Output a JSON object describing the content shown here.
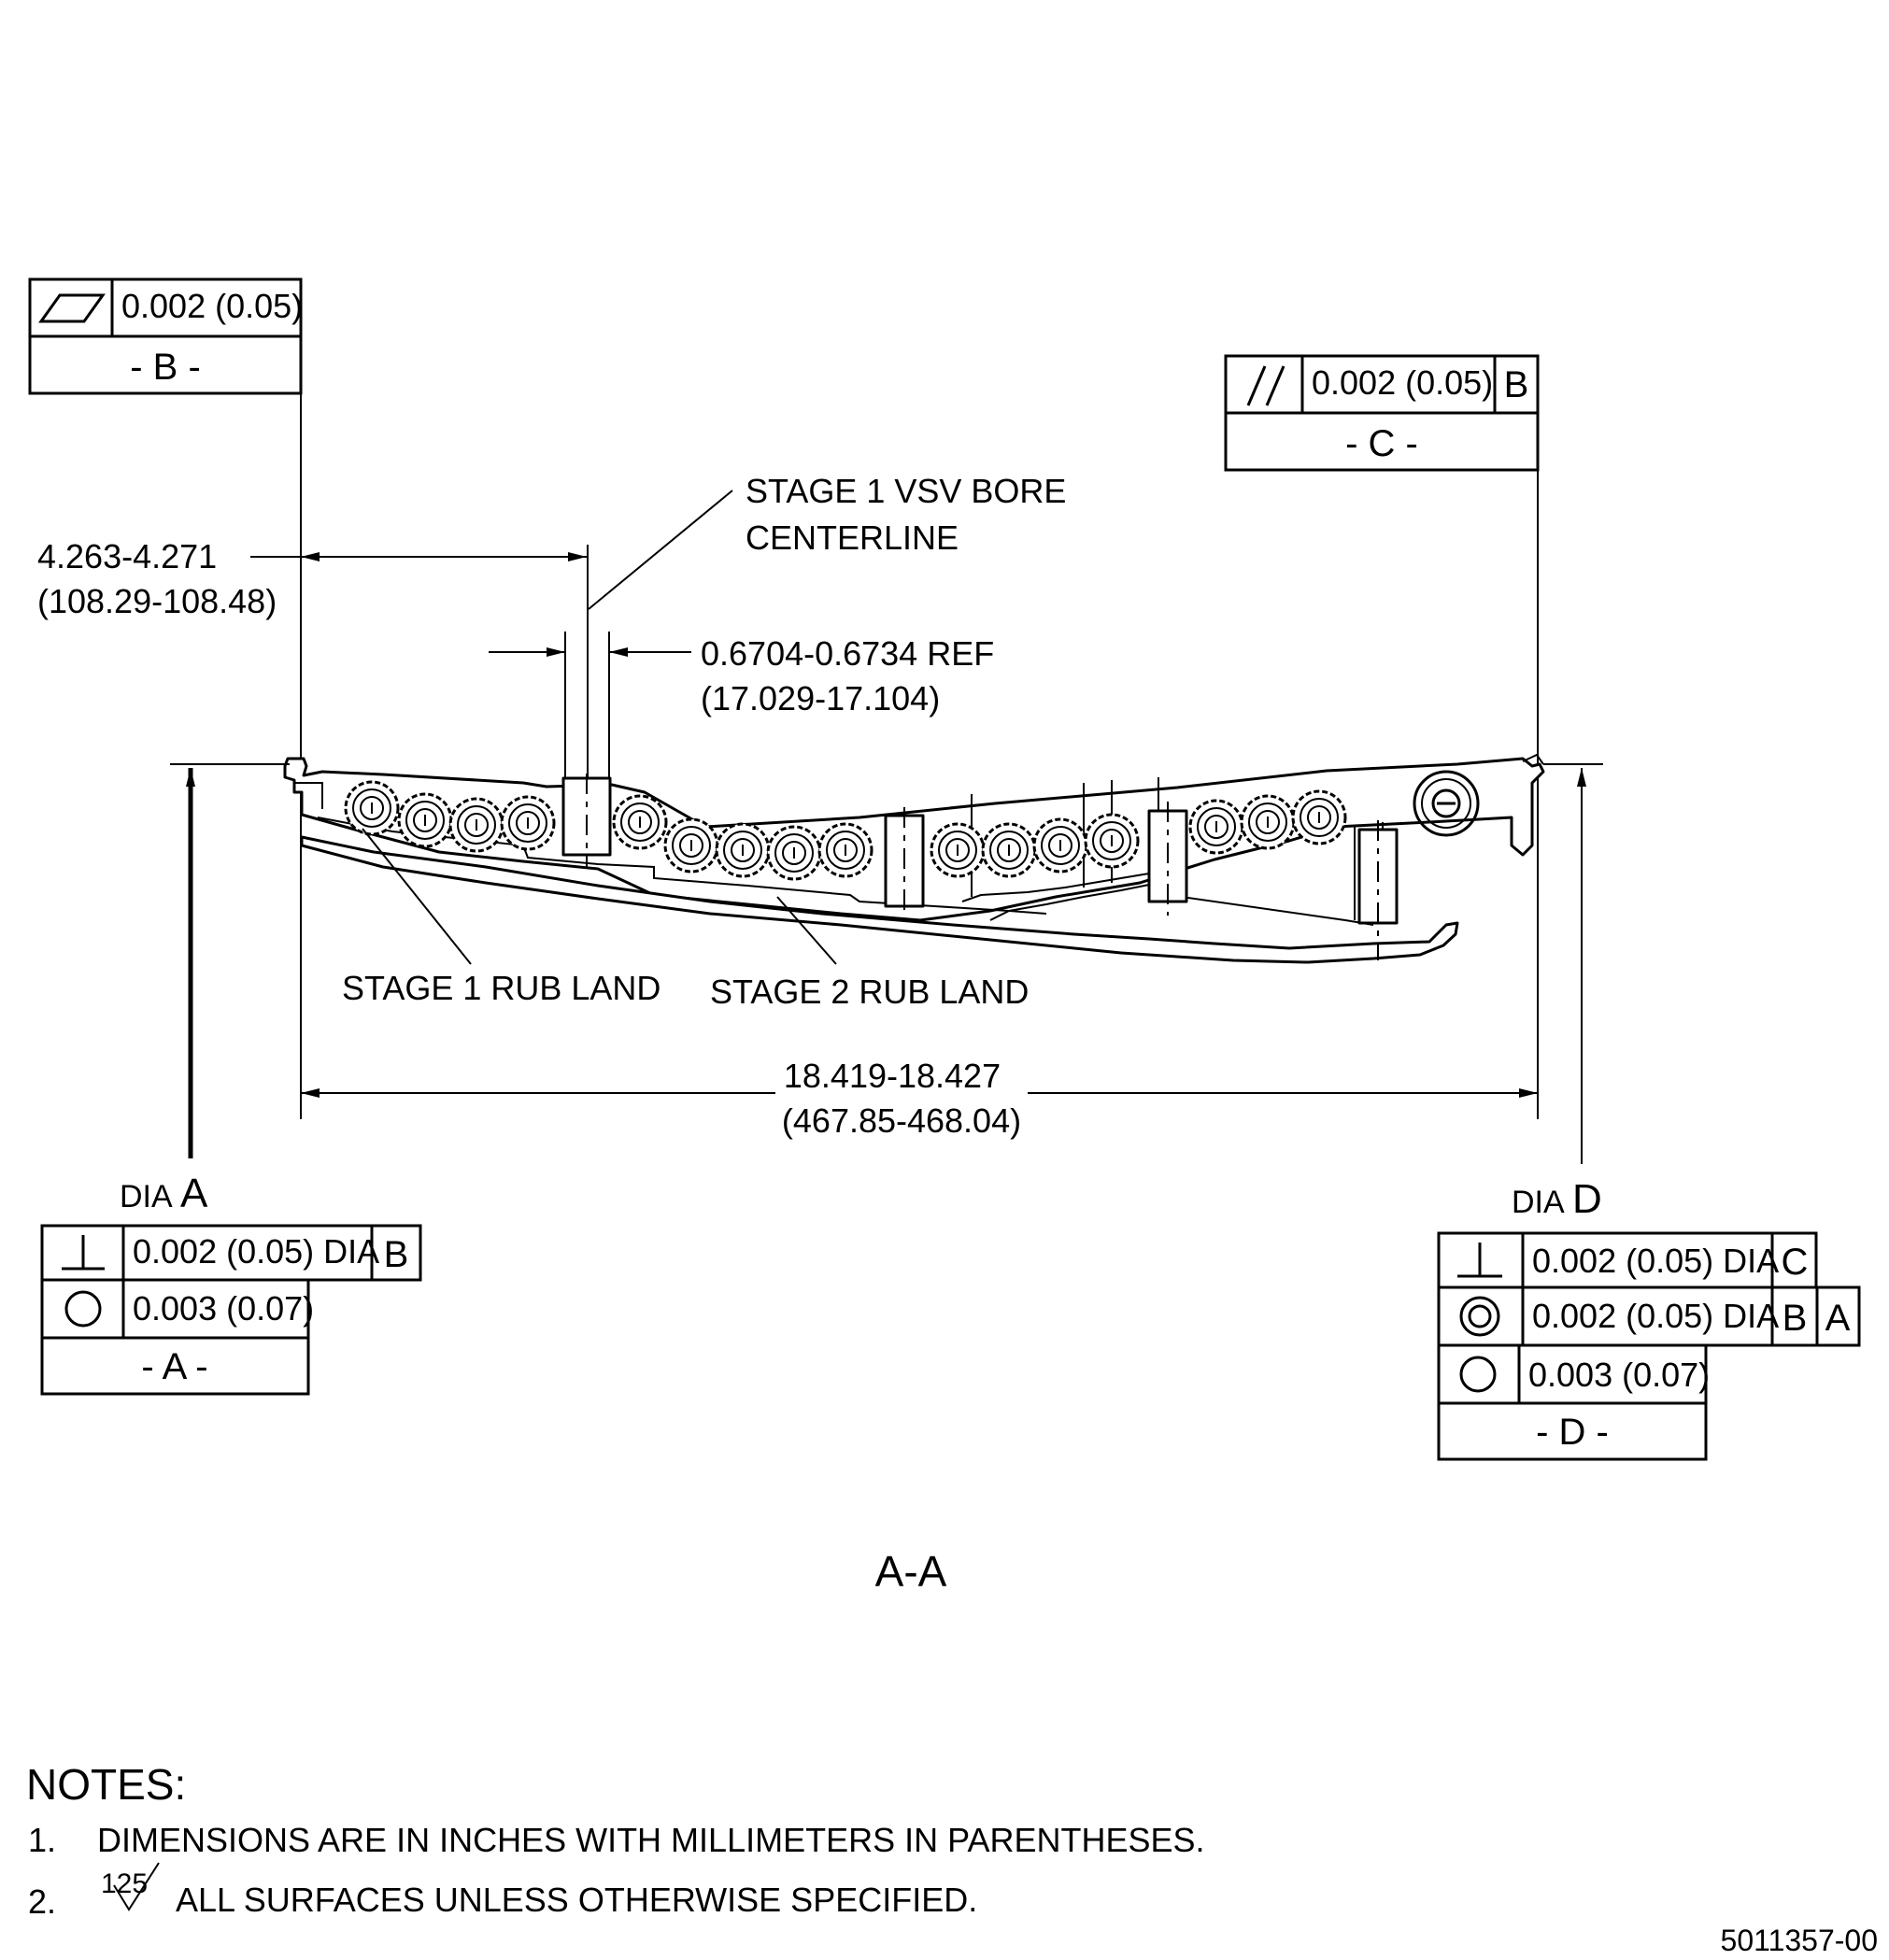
{
  "fcf_b": {
    "value": "0.002 (0.05)",
    "datum": "- B -"
  },
  "fcf_c": {
    "value": "0.002 (0.05)",
    "ref": "B",
    "datum": "- C -"
  },
  "fcf_a": {
    "row1_value": "0.002 (0.05) DIA",
    "row1_ref": "B",
    "row2_value": "0.003 (0.07)",
    "datum": "- A -",
    "dia_prefix": "DIA",
    "dia_letter": "A"
  },
  "fcf_d": {
    "row1_value": "0.002 (0.05) DIA",
    "row1_ref": "C",
    "row2_value": "0.002 (0.05) DIA",
    "row2_ref1": "B",
    "row2_ref2": "A",
    "row3_value": "0.003 (0.07)",
    "datum": "- D -",
    "dia_prefix": "DIA",
    "dia_letter": "D"
  },
  "dims": {
    "bore_in": "4.263-4.271",
    "bore_mm": "(108.29-108.48)",
    "width_in": "0.6704-0.6734 REF",
    "width_mm": "(17.029-17.104)",
    "overall_in": "18.419-18.427",
    "overall_mm": "(467.85-468.04)"
  },
  "labels": {
    "vsv_line1": "STAGE 1 VSV BORE",
    "vsv_line2": "CENTERLINE",
    "rub1": "STAGE 1 RUB LAND",
    "rub2": "STAGE 2 RUB LAND",
    "section": "A-A"
  },
  "notes": {
    "heading": "NOTES:",
    "n1_num": "1.",
    "n1_text": "DIMENSIONS ARE IN INCHES WITH MILLIMETERS IN PARENTHESES.",
    "n2_num": "2.",
    "n2_value": "125",
    "n2_text": "ALL SURFACES UNLESS OTHERWISE SPECIFIED."
  },
  "drawing_number": "5011357-00"
}
